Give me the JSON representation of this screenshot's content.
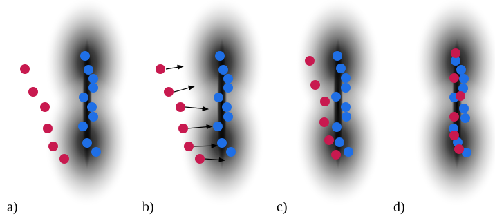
{
  "colors": {
    "background": "#ffffff",
    "blob_core": "#000000",
    "blue_particle": "#1f6fe6",
    "red_particle": "#c8194f",
    "arrow": "#000000"
  },
  "panels": [
    {
      "label": "a)",
      "arrows": false
    },
    {
      "label": "b)",
      "arrows": true
    },
    {
      "label": "c)",
      "arrows": false
    },
    {
      "label": "d)",
      "arrows": false
    }
  ]
}
